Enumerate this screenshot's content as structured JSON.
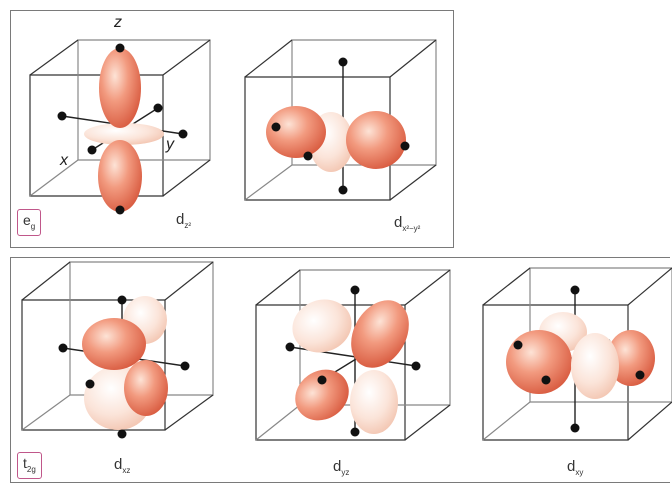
{
  "groups": {
    "eg": {
      "tag_main": "e",
      "tag_sub": "g"
    },
    "t2g": {
      "tag_main": "t",
      "tag_sub": "2g"
    }
  },
  "axes": {
    "x": "x",
    "y": "y",
    "z": "z"
  },
  "orbitals": [
    {
      "main": "d",
      "sub": "z²"
    },
    {
      "main": "d",
      "sub": "x²−y²"
    },
    {
      "main": "d",
      "sub": "xz"
    },
    {
      "main": "d",
      "sub": "yz"
    },
    {
      "main": "d",
      "sub": "xy"
    }
  ],
  "colors": {
    "lobe_dark": "#e06a4f",
    "lobe_light": "#f8d6c6",
    "frame": "#7a7a7a",
    "tag_border": "#c0578a"
  }
}
